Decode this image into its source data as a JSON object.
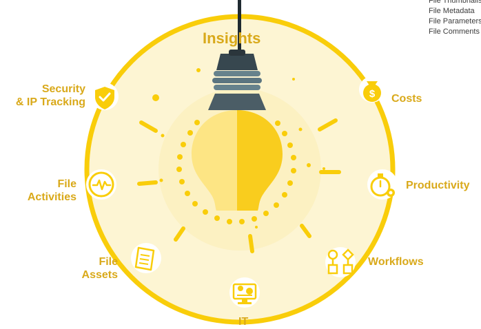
{
  "title": "Insights",
  "file_items": [
    "File Thumbnails",
    "File Metadata",
    "File Parameters",
    "File Comments"
  ],
  "categories": {
    "security": {
      "line1": "Security",
      "line2": "& IP Tracking"
    },
    "costs": {
      "label": "Costs"
    },
    "file_activities": {
      "line1": "File",
      "line2": "Activities"
    },
    "productivity": {
      "label": "Productivity"
    },
    "file_assets": {
      "line1": "File",
      "line2": "Assets"
    },
    "workflows": {
      "label": "Workflows"
    },
    "it": {
      "label": "IT"
    }
  },
  "icons": {
    "security": "shield-check-icon",
    "costs": "money-bag-icon",
    "file_activities": "activity-pulse-icon",
    "productivity": "stopwatch-gear-icon",
    "file_assets": "document-icon",
    "workflows": "flowchart-icon",
    "it": "monitor-gear-icon"
  },
  "colors": {
    "accent": "#f9cd0a",
    "label": "#d9a91a",
    "glow": "#fdf5d3",
    "socket": "#37474f"
  }
}
